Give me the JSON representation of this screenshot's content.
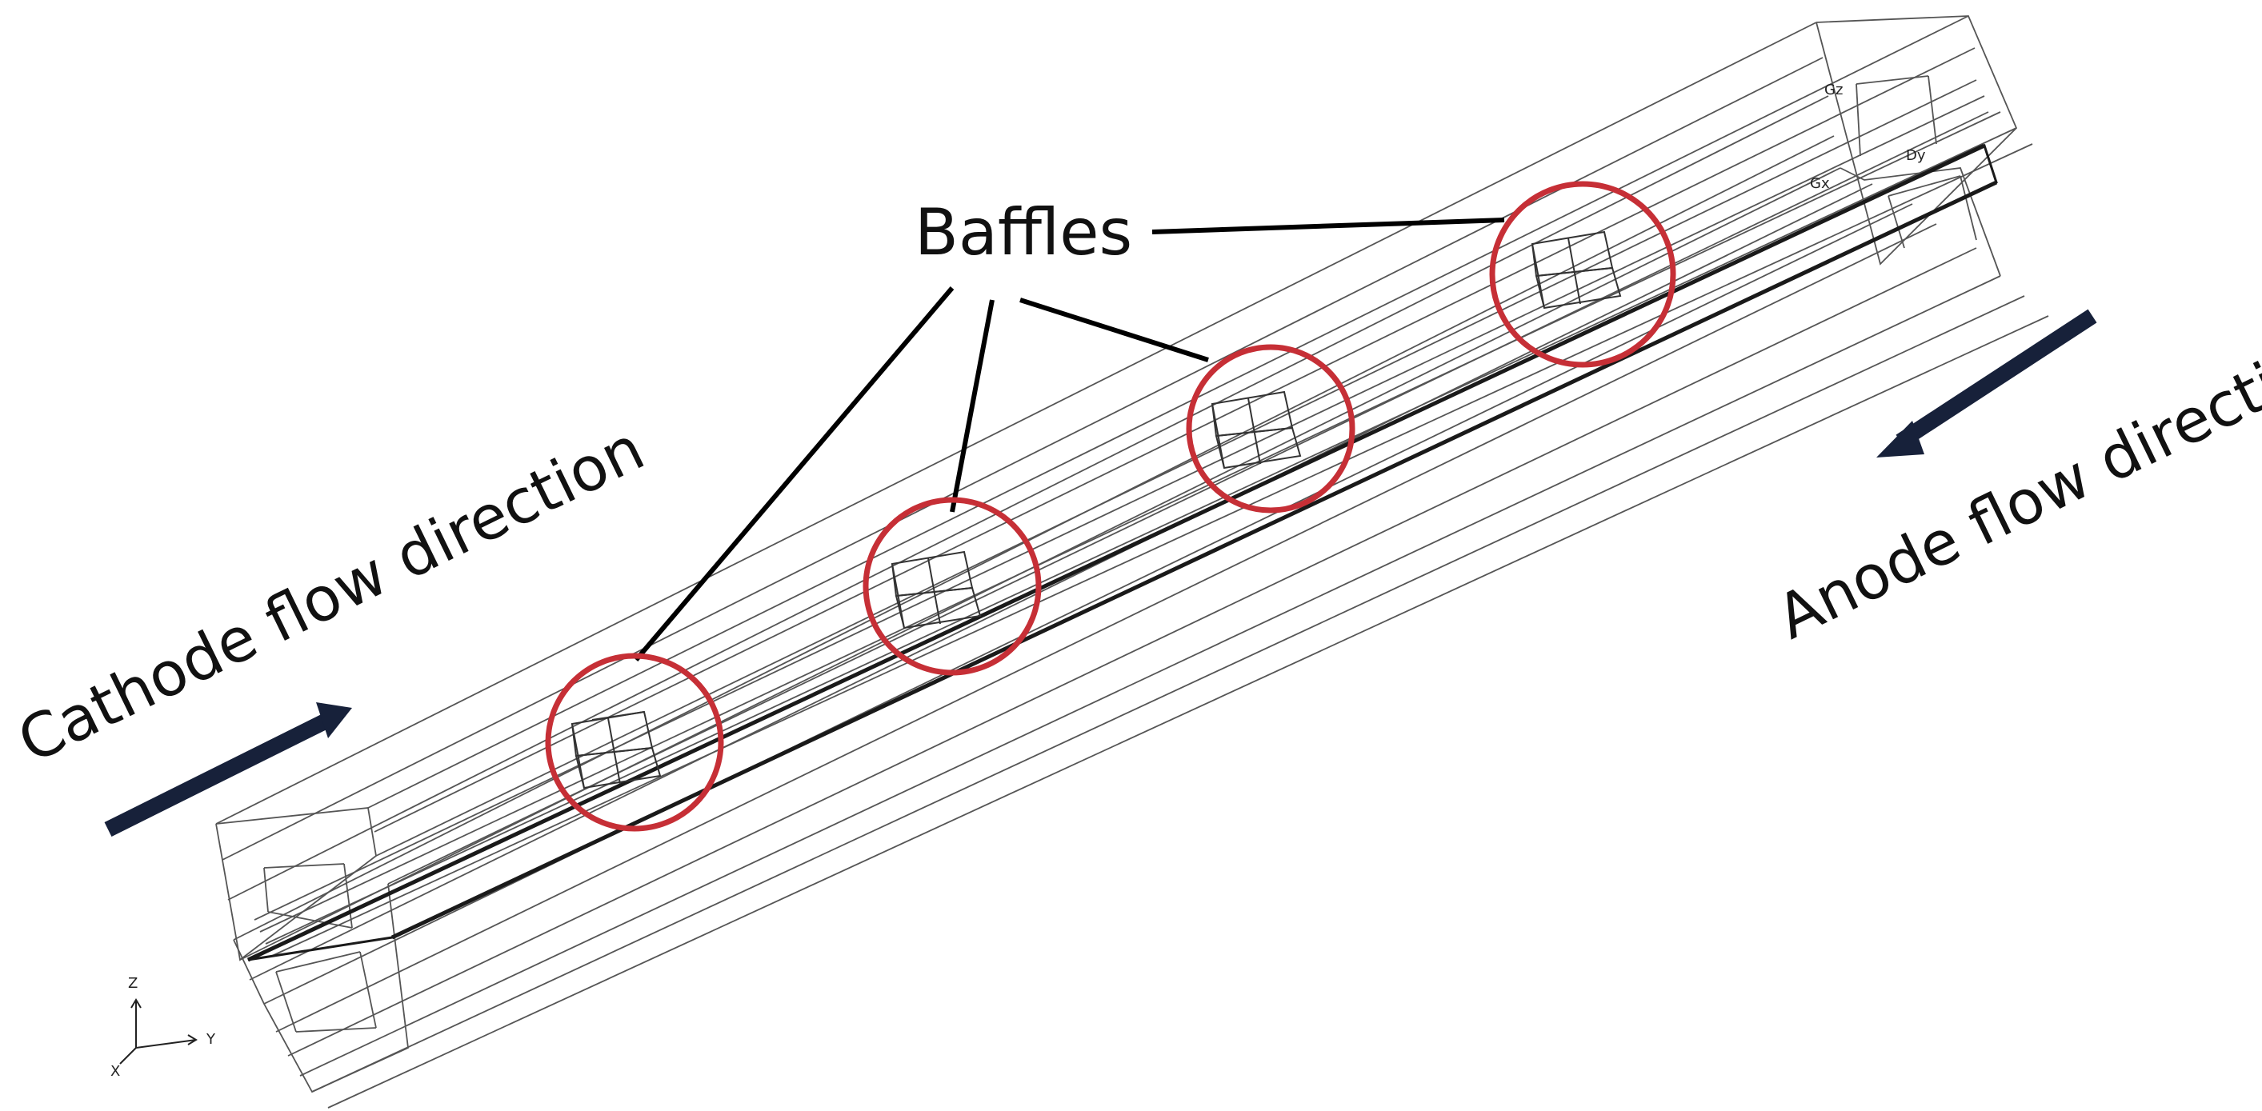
{
  "labels": {
    "baffles": "Baffles",
    "cathode": "Cathode flow direction",
    "anode": "Anode flow direction"
  },
  "axes": {
    "z": "Z",
    "y": "Y",
    "x": "X"
  },
  "corner_tags": [
    "Gz",
    "Gx",
    "Dy"
  ],
  "colors": {
    "highlight_circle": "#c62f36",
    "arrow": "#17213a",
    "line": "#1a1a1a",
    "wire": "#555555"
  },
  "icons": {
    "cathode_arrow": "arrow-right-icon",
    "anode_arrow": "arrow-left-icon",
    "axis_triad": "xyz-triad-icon"
  },
  "baffle_count": 4
}
